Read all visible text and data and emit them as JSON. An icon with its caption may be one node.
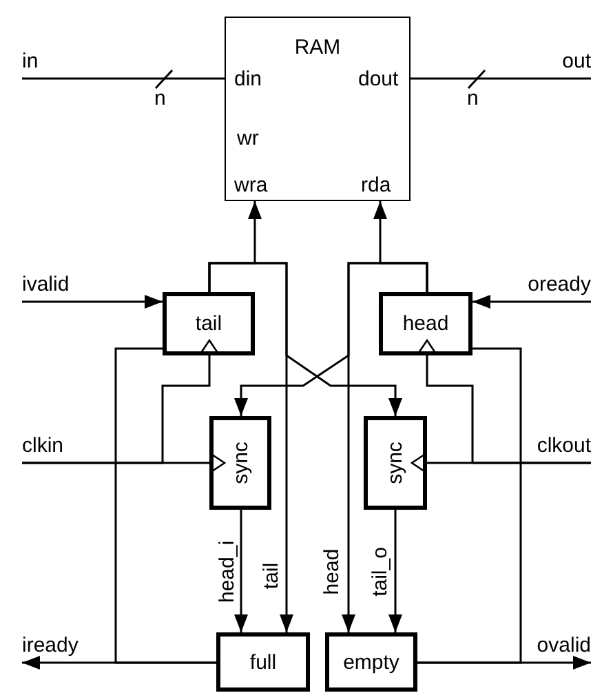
{
  "diagram": {
    "nodes": [
      {
        "text": [
          "RAM",
          "din",
          "dout",
          "wr",
          "wra",
          "rda"
        ]
      },
      {
        "text": [
          "tail"
        ]
      },
      {
        "text": [
          "head"
        ]
      },
      {
        "text": [
          "sync"
        ]
      },
      {
        "text": [
          "sync"
        ]
      },
      {
        "text": [
          "full"
        ]
      },
      {
        "text": [
          "empty"
        ]
      },
      {
        "text": [
          "in"
        ]
      },
      {
        "text": [
          "out"
        ]
      },
      {
        "text": [
          "ivalid"
        ]
      },
      {
        "text": [
          "oready"
        ]
      },
      {
        "text": [
          "clkin"
        ]
      },
      {
        "text": [
          "clkout"
        ]
      },
      {
        "text": [
          "iready"
        ]
      },
      {
        "text": [
          "ovalid"
        ]
      }
    ],
    "edges": [
      {
        "from": 7,
        "to": 0,
        "arrow": "none"
      },
      {
        "from": 0,
        "to": 8,
        "arrow": "none"
      },
      {
        "from": 9,
        "to": 1,
        "arrow": "to"
      },
      {
        "from": 10,
        "to": 2,
        "arrow": "to"
      },
      {
        "from": 1,
        "to": 0,
        "arrow": "to"
      },
      {
        "from": 2,
        "to": 0,
        "arrow": "to"
      },
      {
        "from": 1,
        "to": 5,
        "arrow": "to",
        "label": "tail"
      },
      {
        "from": 2,
        "to": 6,
        "arrow": "to",
        "label": "head"
      },
      {
        "from": 1,
        "to": 4,
        "arrow": "to"
      },
      {
        "from": 2,
        "to": 3,
        "arrow": "to"
      },
      {
        "from": 11,
        "to": 3,
        "arrow": "to"
      },
      {
        "from": 11,
        "to": 1,
        "arrow": "to"
      },
      {
        "from": 12,
        "to": 4,
        "arrow": "to"
      },
      {
        "from": 12,
        "to": 2,
        "arrow": "to"
      },
      {
        "from": 3,
        "to": 5,
        "arrow": "to",
        "label": "head_i"
      },
      {
        "from": 4,
        "to": 6,
        "arrow": "to",
        "label": "tail_o"
      },
      {
        "from": 5,
        "to": 13,
        "arrow": "to"
      },
      {
        "from": 5,
        "to": 1,
        "arrow": "none"
      },
      {
        "from": 6,
        "to": 14,
        "arrow": "to"
      },
      {
        "from": 6,
        "to": 2,
        "arrow": "none"
      }
    ],
    "labels": [
      "n",
      "n"
    ]
  }
}
